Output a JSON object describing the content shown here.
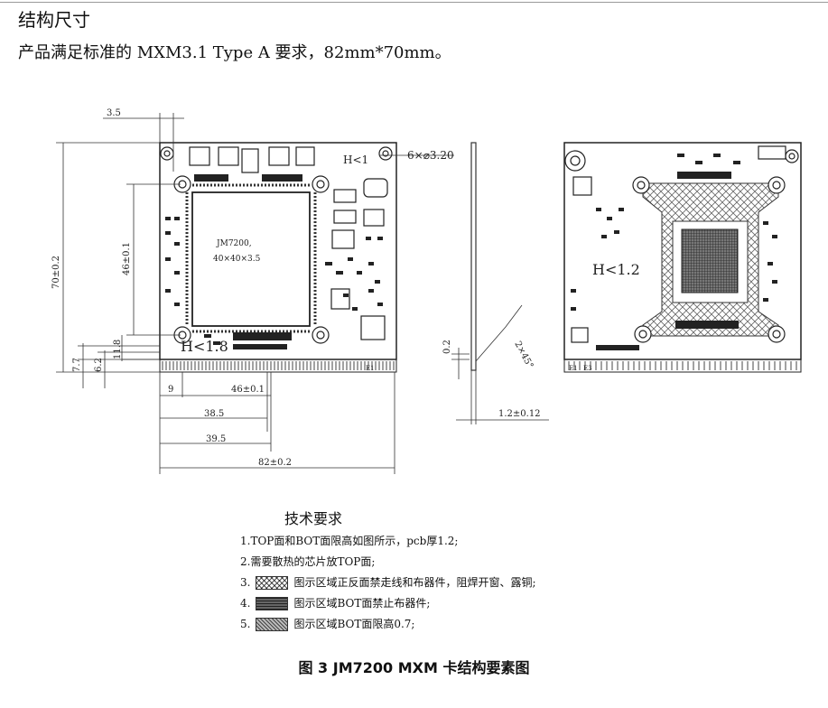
{
  "header": {
    "section_title": "结构尺寸",
    "intro": "产品满足标准的 MXM3.1 Type A 要求，82mm*70mm。"
  },
  "drawing": {
    "dim_3_5": "3.5",
    "dim_hole": "6×⌀3.20",
    "dim_70": "70±0.2",
    "dim_46_v": "46±0.1",
    "dim_11_8": "11.8",
    "dim_7_7": "7.7",
    "dim_6_2": "6.2",
    "dim_9": "9",
    "dim_46_h": "46±0.1",
    "dim_38_5": "38.5",
    "dim_39_5": "39.5",
    "dim_82": "82±0.2",
    "dim_0_2": "0.2",
    "dim_chamfer": "2×45°",
    "dim_1_2": "1.2±0.12",
    "chip_name": "JM7200,",
    "chip_size": "40×40×3.5",
    "height_top": "H<1.8",
    "height_bot": "H<1.2",
    "height_tag": "H<1",
    "edge_left": "E1",
    "edge_left2": "E3",
    "edge_right": "E1"
  },
  "notes": {
    "title": "技术要求",
    "n1": "1.TOP面和BOT面限高如图所示，pcb厚1.2;",
    "n2": "2.需要散热的芯片放TOP面;",
    "n3_num": "3.",
    "n3": "图示区域正反面禁走线和布器件，阻焊开窗、露铜;",
    "n4_num": "4.",
    "n4": "图示区域BOT面禁止布器件;",
    "n5_num": "5.",
    "n5": "图示区域BOT面限高0.7;"
  },
  "caption": "图 3 JM7200 MXM 卡结构要素图"
}
